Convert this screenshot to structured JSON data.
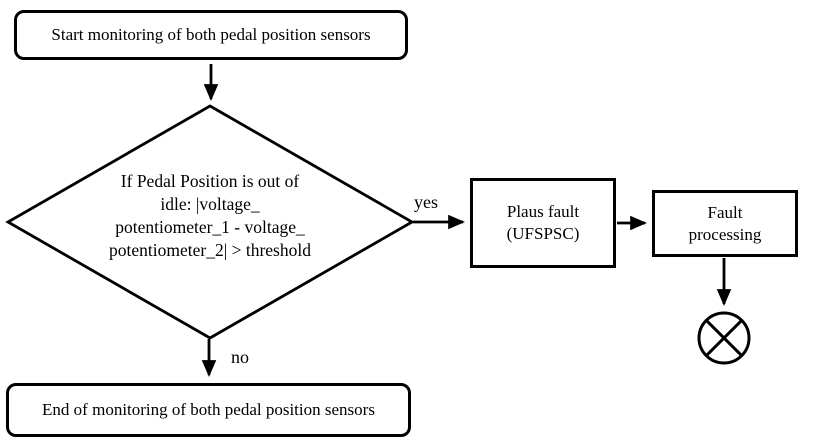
{
  "nodes": {
    "start": {
      "label": "Start monitoring of both pedal position sensors"
    },
    "decision": {
      "lines": [
        "If Pedal Position is out of",
        "idle: |voltage_",
        "potentiometer_1 - voltage_",
        "potentiometer_2| > threshold"
      ]
    },
    "plaus_fault": {
      "lines": [
        "Plaus fault",
        "(UFSPSC)"
      ]
    },
    "fault_processing": {
      "lines": [
        "Fault",
        "processing"
      ]
    },
    "end": {
      "label": "End of monitoring of both pedal position sensors"
    },
    "terminator": {
      "icon": "circle-x-icon"
    }
  },
  "edges": {
    "yes_label": "yes",
    "no_label": "no"
  },
  "colors": {
    "stroke": "#000000",
    "background": "#ffffff",
    "text": "#000000"
  }
}
